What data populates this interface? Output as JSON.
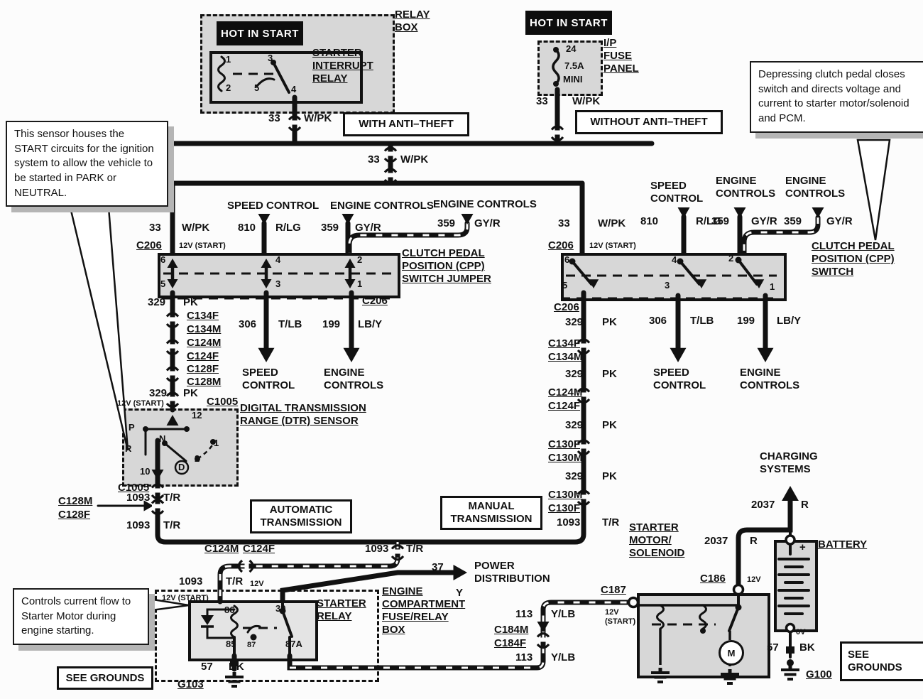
{
  "notes": {
    "sensor": "This sensor houses the START circuits for the ignition system to allow the vehicle to be started in PARK or NEUTRAL.",
    "clutch": "Depressing clutch pedal closes switch and directs voltage and current to starter motor/solenoid and PCM.",
    "relay": "Controls current flow to Starter Motor during engine starting."
  },
  "banners": {
    "hot_in_start": "HOT IN START",
    "with_anti_theft": "WITH ANTI–THEFT",
    "without_anti_theft": "WITHOUT ANTI–THEFT",
    "see_grounds": "SEE GROUNDS"
  },
  "components": {
    "relay_box": "RELAY BOX",
    "starter_interrupt_relay": "STARTER INTERRUPT RELAY",
    "ip_fuse_panel": "I/P FUSE PANEL",
    "cpp_switch_jumper": "CLUTCH PEDAL POSITION (CPP) SWITCH JUMPER",
    "cpp_switch": "CLUTCH PEDAL POSITION (CPP) SWITCH",
    "dtr_sensor": "DIGITAL TRANSMISSION RANGE (DTR) SENSOR",
    "automatic_transmission": "AUTOMATIC TRANSMISSION",
    "manual_transmission": "MANUAL TRANSMISSION",
    "starter_relay": "STARTER RELAY",
    "engine_compartment_box": "ENGINE COMPARTMENT FUSE/RELAY BOX",
    "starter_motor_solenoid": "STARTER MOTOR/ SOLENOID",
    "battery": "BATTERY",
    "motor": "M",
    "battery_plus": "+"
  },
  "destinations": {
    "speed_control": "SPEED CONTROL",
    "engine_controls": "ENGINE CONTROLS",
    "power_distribution": "POWER DISTRIBUTION",
    "charging_systems": "CHARGING SYSTEMS"
  },
  "wires": {
    "w33": "33",
    "wpk": "W/PK",
    "w810": "810",
    "rlg": "R/LG",
    "w359": "359",
    "gyr": "GY/R",
    "w329": "329",
    "pk": "PK",
    "w306": "306",
    "tlb": "T/LB",
    "w199": "199",
    "lby": "LB/Y",
    "w1093": "1093",
    "tr": "T/R",
    "w37": "37",
    "yel": "Y",
    "w113": "113",
    "ylb": "Y/LB",
    "w2037": "2037",
    "red": "R",
    "w57": "57",
    "bk": "BK"
  },
  "volts": {
    "start12": "12V (START)",
    "v12": "12V",
    "v0": "0V"
  },
  "fuse": {
    "number": "24",
    "rating": "7.5A",
    "size": "MINI"
  },
  "connectors": {
    "c206": "C206",
    "c134f": "C134F",
    "c134m": "C134M",
    "c124m": "C124M",
    "c124f": "C124F",
    "c128f": "C128F",
    "c128m": "C128M",
    "c1005": "C1005",
    "c130f": "C130F",
    "c130m": "C130M",
    "c184m": "C184M",
    "c184f": "C184F",
    "c187": "C187",
    "c186": "C186",
    "g103": "G103",
    "g100": "G100"
  },
  "pins": {
    "p1": "1",
    "p2": "2",
    "p3": "3",
    "p4": "4",
    "p5": "5",
    "p6": "6",
    "p10": "10",
    "p12": "12",
    "p30": "30",
    "p85": "85",
    "p86": "86",
    "p87": "87",
    "p87a": "87A",
    "park": "P",
    "neutral": "N",
    "reverse": "R",
    "drive": "D"
  }
}
